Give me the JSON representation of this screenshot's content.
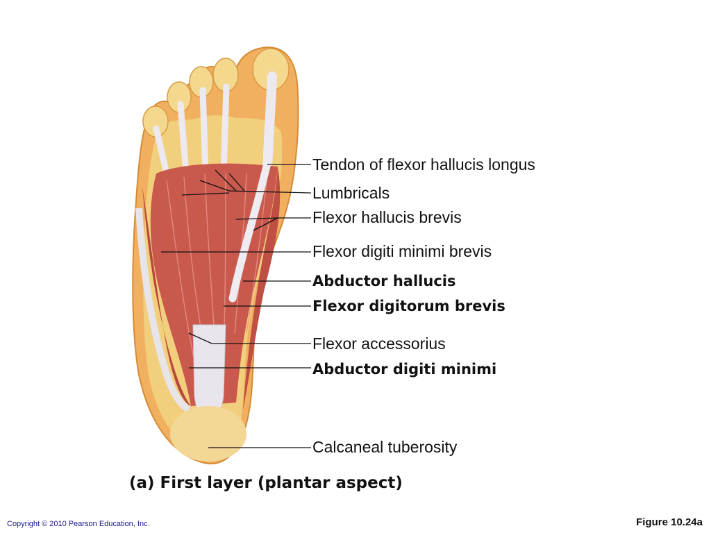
{
  "labels": [
    {
      "id": "tendon-fhl",
      "text": "Tendon of flexor hallucis longus"
    },
    {
      "id": "lumbricals",
      "text": "Lumbricals"
    },
    {
      "id": "fhb",
      "text": "Flexor hallucis brevis"
    },
    {
      "id": "fdmb",
      "text": "Flexor digiti minimi brevis"
    },
    {
      "id": "abd-hallucis",
      "text": "Abductor hallucis"
    },
    {
      "id": "fdb",
      "text": "Flexor digitorum brevis"
    },
    {
      "id": "flex-acc",
      "text": "Flexor accessorius"
    },
    {
      "id": "abd-dig-min",
      "text": "Abductor digiti minimi"
    },
    {
      "id": "calc-tub",
      "text": "Calcaneal tuberosity"
    }
  ],
  "caption": "(a) First layer (plantar aspect)",
  "copyright": "Copyright © 2010 Pearson Education, Inc.",
  "figure_number": "Figure 10.24a",
  "colors": {
    "muscle": "#c9584d",
    "tendon": "#e8e6ec",
    "fat": "#f2cf7c",
    "skin": "#f0b060"
  }
}
